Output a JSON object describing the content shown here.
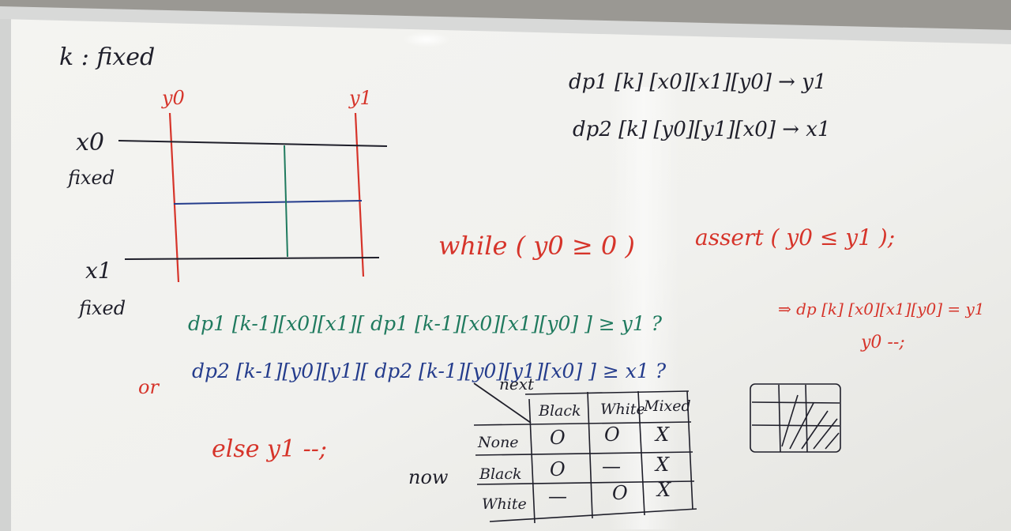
{
  "colors": {
    "black_ink": "#1f1f2a",
    "red_ink": "#d6342a",
    "green_ink": "#1f7a5e",
    "blue_ink": "#243c8c",
    "board": "#f3f3f0",
    "frame": "#cfd0cf"
  },
  "board": {
    "top_left_note": "k : fixed",
    "grid": {
      "y0_label": "y0",
      "y1_label": "y1",
      "x0_label": "x0",
      "x0_note": "fixed",
      "x1_label": "x1",
      "x1_note": "fixed"
    },
    "dp_lines": [
      "dp1 [k] [x0][x1][y0] → y1",
      "dp2 [k] [y0][y1][x0] → x1"
    ],
    "while_stmt": "while ( y0 ≥ 0 )",
    "assert_stmt": "assert ( y0 ≤ y1 );",
    "cond1": "dp1 [k-1][x0][x1][ dp1 [k-1][x0][x1][y0] ] ≥ y1 ?",
    "or_label": "or",
    "cond2": "dp2 [k-1][y0][y1][ dp2 [k-1][y0][y1][x0] ] ≥ x1 ?",
    "then_line1": "⇒ dp [k] [x0][x1][y0] = y1",
    "then_line2": "y0 --;",
    "else_stmt": "else  y1 --;",
    "now_label": "now",
    "table": {
      "corner_top": "next",
      "columns": [
        "Black",
        "White",
        "Mixed"
      ],
      "rows": [
        {
          "label": "None",
          "cells": [
            "O",
            "O",
            "X"
          ]
        },
        {
          "label": "Black",
          "cells": [
            "O",
            "—",
            "X"
          ]
        },
        {
          "label": "White",
          "cells": [
            "—",
            "O",
            "X"
          ]
        }
      ]
    }
  }
}
